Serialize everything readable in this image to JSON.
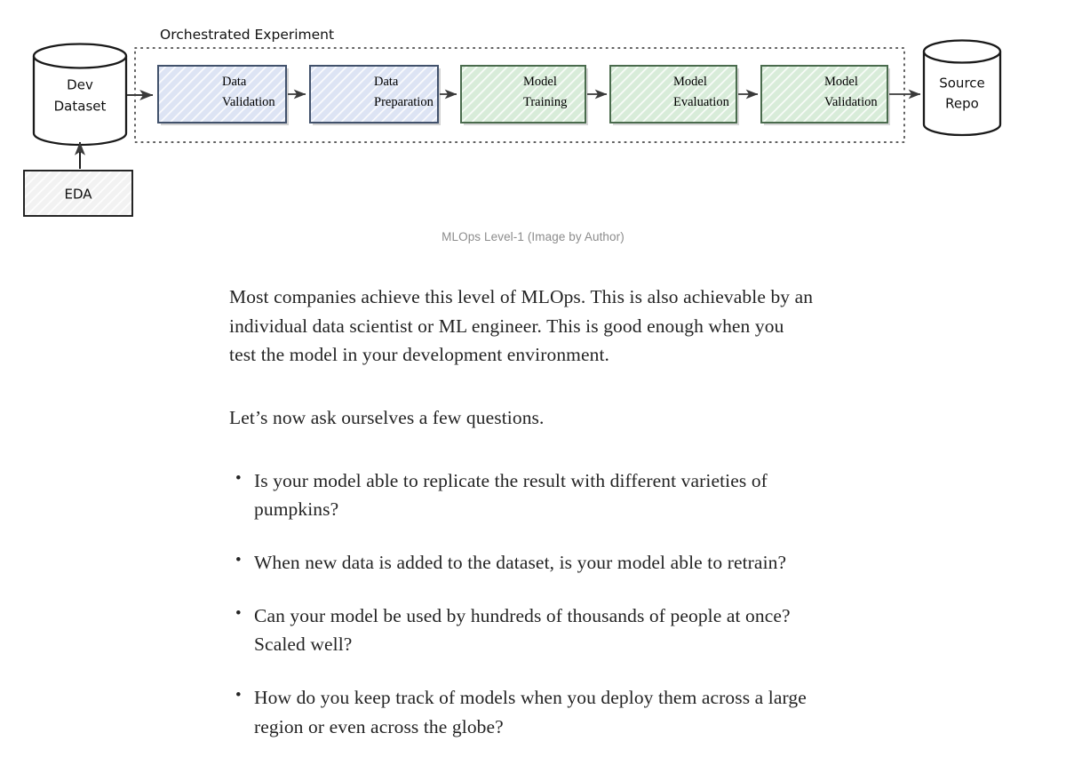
{
  "figure": {
    "group_label": "Orchestrated Experiment",
    "source_node": {
      "id": "dev-dataset",
      "label_lines": [
        "Dev",
        "Dataset"
      ],
      "shape": "cylinder"
    },
    "eda_node": {
      "id": "eda",
      "label": "EDA",
      "shape": "rect-hatched"
    },
    "sink_node": {
      "id": "source-repo",
      "label_lines": [
        "Source",
        "Repo"
      ],
      "shape": "cylinder"
    },
    "stages": [
      {
        "id": "data-validation",
        "line1": "Data",
        "line2": "Validation",
        "fill": "#dde4f4",
        "stroke": "#41516b"
      },
      {
        "id": "data-preparation",
        "line1": "Data",
        "line2": "Preparation",
        "fill": "#dde4f4",
        "stroke": "#41516b"
      },
      {
        "id": "model-training",
        "line1": "Model",
        "line2": "Training",
        "fill": "#d8ecd9",
        "stroke": "#4a6b4d"
      },
      {
        "id": "model-evaluation",
        "line1": "Model",
        "line2": "Evaluation",
        "fill": "#d8ecd9",
        "stroke": "#4a6b4d"
      },
      {
        "id": "model-validation",
        "line1": "Model",
        "line2": "Validation",
        "fill": "#d8ecd9",
        "stroke": "#4a6b4d"
      }
    ],
    "colors": {
      "blue_fill": "#dde4f4",
      "blue_stroke": "#41516b",
      "green_fill": "#d8ecd9",
      "green_stroke": "#4a6b4d",
      "gray_fill": "#f5f5f5",
      "ink": "#1a1a1a"
    }
  },
  "caption": "MLOps Level-1 (Image by Author)",
  "article": {
    "paragraphs": [
      "Most companies achieve this level of MLOps. This is also achievable by an individual data scientist or ML engineer. This is good enough when you test the model in your development environment.",
      "Let’s now ask ourselves a few questions."
    ],
    "questions": [
      "Is your model able to replicate the result with different varieties of pumpkins?",
      "When new data is added to the dataset, is your model able to retrain?",
      "Can your model be used by hundreds of thousands of people at once? Scaled well?",
      "How do you keep track of models when you deploy them across a large region or even across the globe?"
    ]
  }
}
